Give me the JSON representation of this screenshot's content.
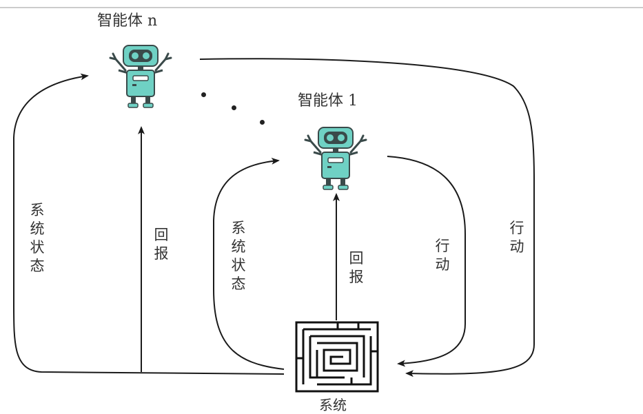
{
  "agents": {
    "agent_n": "智能体 n",
    "agent_1": "智能体 1"
  },
  "system_label": "系统",
  "outer_loop": {
    "state_label": "系统状态",
    "reward_label": "回报",
    "action_label": "行动"
  },
  "inner_loop": {
    "state_label": "系统状态",
    "reward_label": "回报",
    "action_label": "行动"
  },
  "colors": {
    "robot_body": "#6fd1c4",
    "robot_dark": "#3a4a4a",
    "line": "#1a1a1a"
  },
  "icons": [
    "robot-icon",
    "maze-icon",
    "arrow-icon"
  ]
}
